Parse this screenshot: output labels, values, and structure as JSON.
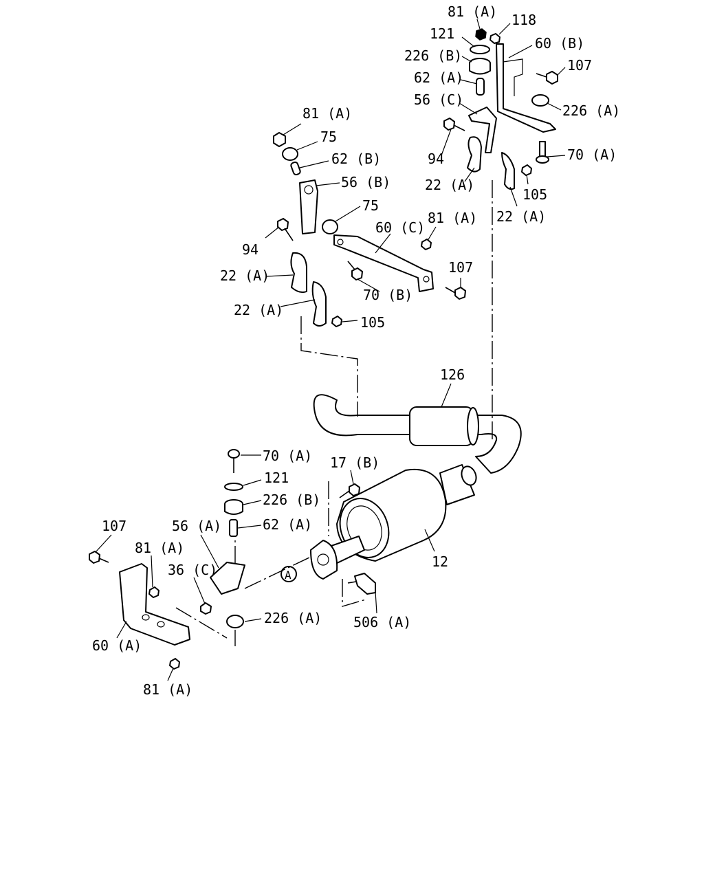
{
  "diagram": {
    "labels": [
      "81 (A)",
      "118",
      "121",
      "226 (B)",
      "60 (B)",
      "107",
      "62 (A)",
      "56 (C)",
      "226 (A)",
      "94",
      "70 (A)",
      "22 (A)",
      "105",
      "22 (A)",
      "81 (A)",
      "75",
      "62 (B)",
      "56 (B)",
      "75",
      "94",
      "60 (C)",
      "81 (A)",
      "22 (A)",
      "107",
      "70 (B)",
      "22 (A)",
      "105",
      "126",
      "70 (A)",
      "121",
      "226 (B)",
      "17 (B)",
      "107",
      "56 (A)",
      "62 (A)",
      "81 (A)",
      "36 (C)",
      "12",
      "A",
      "60 (A)",
      "226 (A)",
      "506 (A)",
      "81 (A)"
    ]
  }
}
